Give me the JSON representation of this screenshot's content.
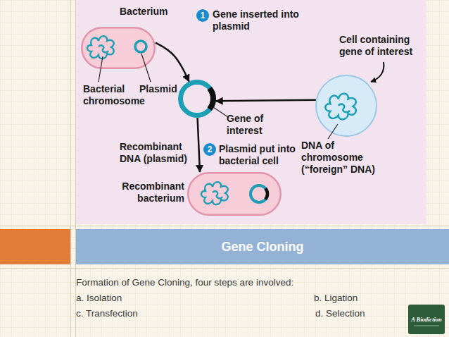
{
  "diagram": {
    "nodes": [
      {
        "text": [
          "Bacterium"
        ]
      },
      {
        "text": [
          "1"
        ]
      },
      {
        "text": [
          "Cell containing gene of interest"
        ]
      },
      {
        "text": [
          "Recombinant DNA (plasmid)"
        ]
      },
      {
        "text": [
          "2"
        ]
      },
      {
        "text": [
          "Recombinant bacterium"
        ]
      },
      {
        "text": [
          "Gene Cloning"
        ]
      },
      {
        "text": [
          "A Biodiction"
        ]
      }
    ],
    "edges": [
      {
        "from": 0,
        "to": 3,
        "arrow": "to"
      },
      {
        "from": 2,
        "to": 3,
        "arrow": "to"
      },
      {
        "from": 3,
        "to": 5,
        "arrow": "to"
      }
    ],
    "labels": [
      "Bacterial chromosome",
      "Plasmid",
      "Gene inserted into plasmid",
      "Gene of interest",
      "DNA of chromosome (“foreign” DNA)",
      "Plasmid put into bacterial cell",
      "Formation of Gene Cloning, four steps are involved:",
      "a. Isolation",
      "b. Ligation",
      "c. Transfection",
      "d. Selection"
    ]
  }
}
